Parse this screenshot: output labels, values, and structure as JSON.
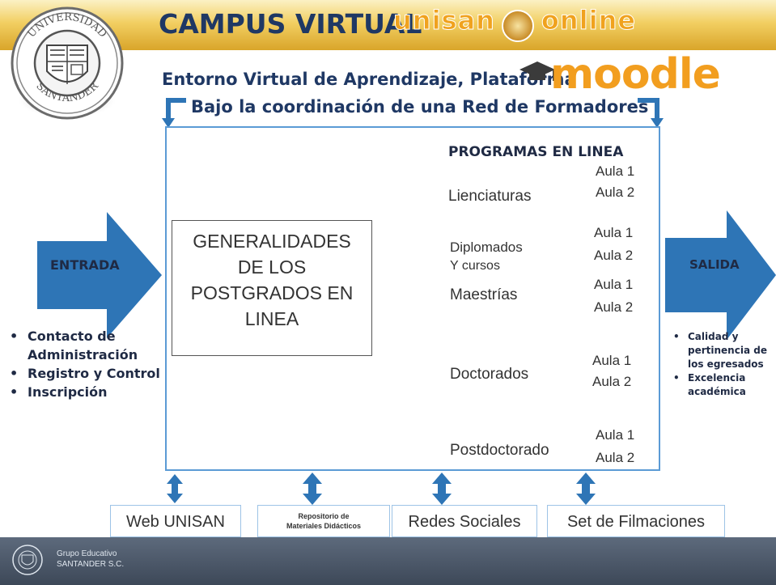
{
  "header": {
    "title": "CAMPUS VIRTUAL",
    "brand_left": "unisan",
    "brand_right": "online"
  },
  "subtitle": "Entorno Virtual de Aprendizaje, Plataforma",
  "moodle_logo": "moodle",
  "coordination": "Bajo la coordinación de una Red de Formadores",
  "center_box": {
    "lines": [
      "GENERALIDADES",
      "DE LOS",
      "POSTGRADOS EN",
      "LINEA"
    ]
  },
  "programs": {
    "title": "PROGRAMAS EN LINEA",
    "items": [
      {
        "label": "Lienciaturas",
        "aula1": "Aula 1",
        "aula2": "Aula 2"
      },
      {
        "label": "Diplomados",
        "label2": "Y cursos",
        "aula1": "Aula 1",
        "aula2": "Aula 2"
      },
      {
        "label": "Maestrías",
        "aula1": "Aula 1",
        "aula2": "Aula 2"
      },
      {
        "label": "Doctorados",
        "aula1": "Aula 1",
        "aula2": "Aula 2"
      },
      {
        "label": "Postdoctorado",
        "aula1": "Aula 1",
        "aula2": "Aula 2"
      }
    ]
  },
  "entrada": {
    "label": "ENTRADA",
    "items": [
      "Contacto de Administración",
      "Registro y Control",
      "Inscripción"
    ]
  },
  "salida": {
    "label": "SALIDA",
    "items": [
      "Calidad y pertinencia de los egresados",
      "Excelencia académica"
    ]
  },
  "bottom_boxes": {
    "web": "Web UNISAN",
    "repo_line1": "Repositorio de",
    "repo_line2": "Materiales Didácticos",
    "redes": "Redes Sociales",
    "filmaciones": "Set de Filmaciones"
  },
  "footer": {
    "line1": "Grupo Educativo",
    "line2": "SANTANDER S.C."
  },
  "logo_text": "UNIVERSIDAD SANTANDER",
  "colors": {
    "arrow_blue": "#2e75b6",
    "navy_text": "#1f3864",
    "box_border": "#5b9bd5",
    "moodle_orange": "#f29e1f",
    "header_gold": "#e8b93e"
  },
  "icons": [
    "bullet-icon",
    "double-arrow-icon",
    "bracket-icon",
    "mortarboard-icon",
    "university-seal-icon"
  ]
}
